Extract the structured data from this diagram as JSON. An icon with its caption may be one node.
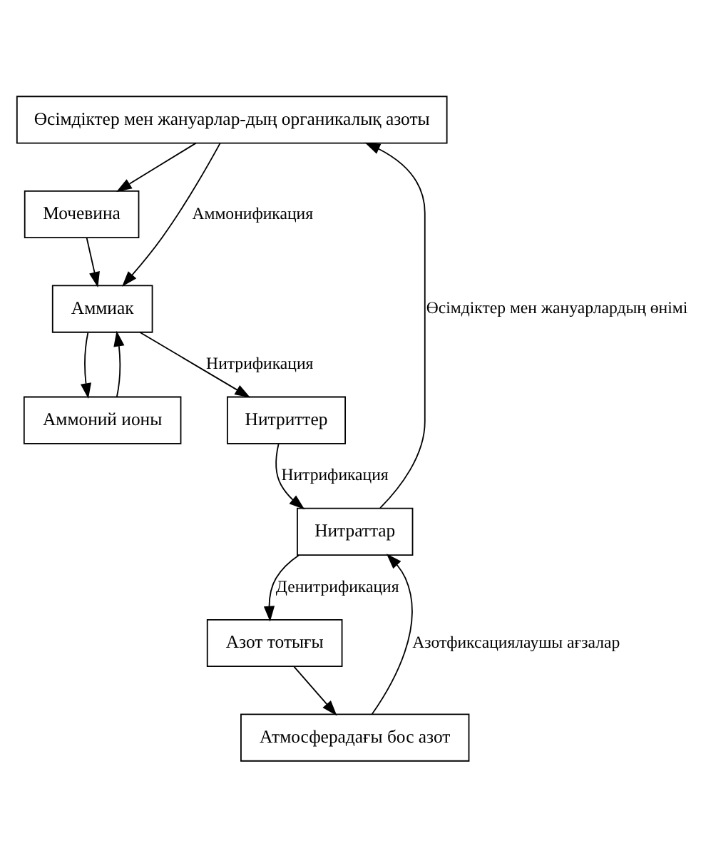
{
  "diagram": {
    "nodes": [
      {
        "text": [
          "Өсімдіктер мен жануарлар-дың органикалық азоты"
        ]
      },
      {
        "text": [
          "Мочевина"
        ]
      },
      {
        "text": [
          "Аммиак"
        ]
      },
      {
        "text": [
          "Аммоний ионы"
        ]
      },
      {
        "text": [
          "Нитриттер"
        ]
      },
      {
        "text": [
          "Азот тотығы"
        ]
      },
      {
        "text": [
          "Нитраттар"
        ]
      },
      {
        "text": [
          "Атмосферадағы бос азот"
        ]
      }
    ],
    "edges": [
      {
        "from": 0,
        "to": 1,
        "arrow": "to"
      },
      {
        "from": 0,
        "to": 2,
        "arrow": "to",
        "label": "Аммонификация"
      },
      {
        "from": 1,
        "to": 2,
        "arrow": "to"
      },
      {
        "from": 2,
        "to": 3,
        "arrow": "to"
      },
      {
        "from": 3,
        "to": 2,
        "arrow": "to"
      },
      {
        "from": 2,
        "to": 4,
        "arrow": "to",
        "label": "Нитрификация"
      },
      {
        "from": 4,
        "to": 6,
        "arrow": "to",
        "label": "Нитрификация"
      },
      {
        "from": 6,
        "to": 5,
        "arrow": "to",
        "label": "Денитрификация"
      },
      {
        "from": 5,
        "to": 7,
        "arrow": "to"
      },
      {
        "from": 7,
        "to": 6,
        "arrow": "to",
        "label": "Азотфиксациялаушы ағзалар"
      },
      {
        "from": 6,
        "to": 0,
        "arrow": "to",
        "label": "Өсімдіктер мен жануарлардың өнімі"
      }
    ]
  }
}
